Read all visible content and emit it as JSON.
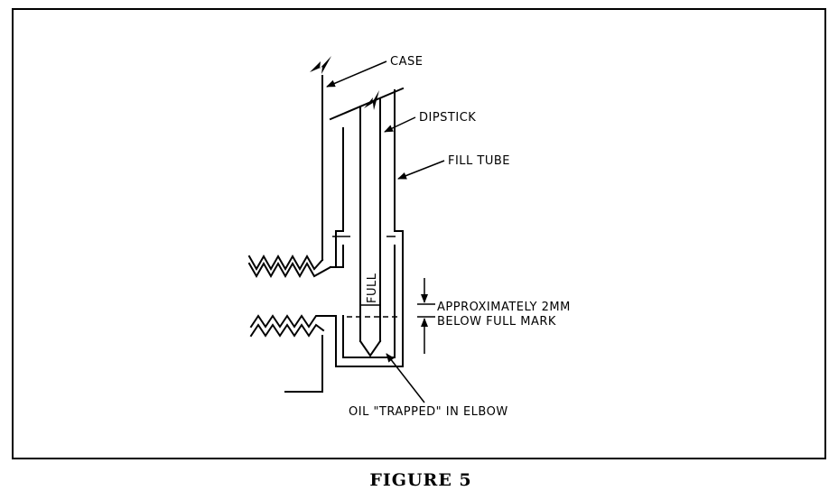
{
  "labels": {
    "case": "CASE",
    "dipstick": "DIPSTICK",
    "fill_tube": "FILL TUBE",
    "approx_line1": "APPROXIMATELY 2MM",
    "approx_line2": "BELOW FULL MARK",
    "full_mark": "FULL",
    "oil_trapped": "OIL \"TRAPPED\" IN ELBOW"
  },
  "caption": "FIGURE 5",
  "colors": {
    "ink": "#000000",
    "paper": "#ffffff"
  }
}
